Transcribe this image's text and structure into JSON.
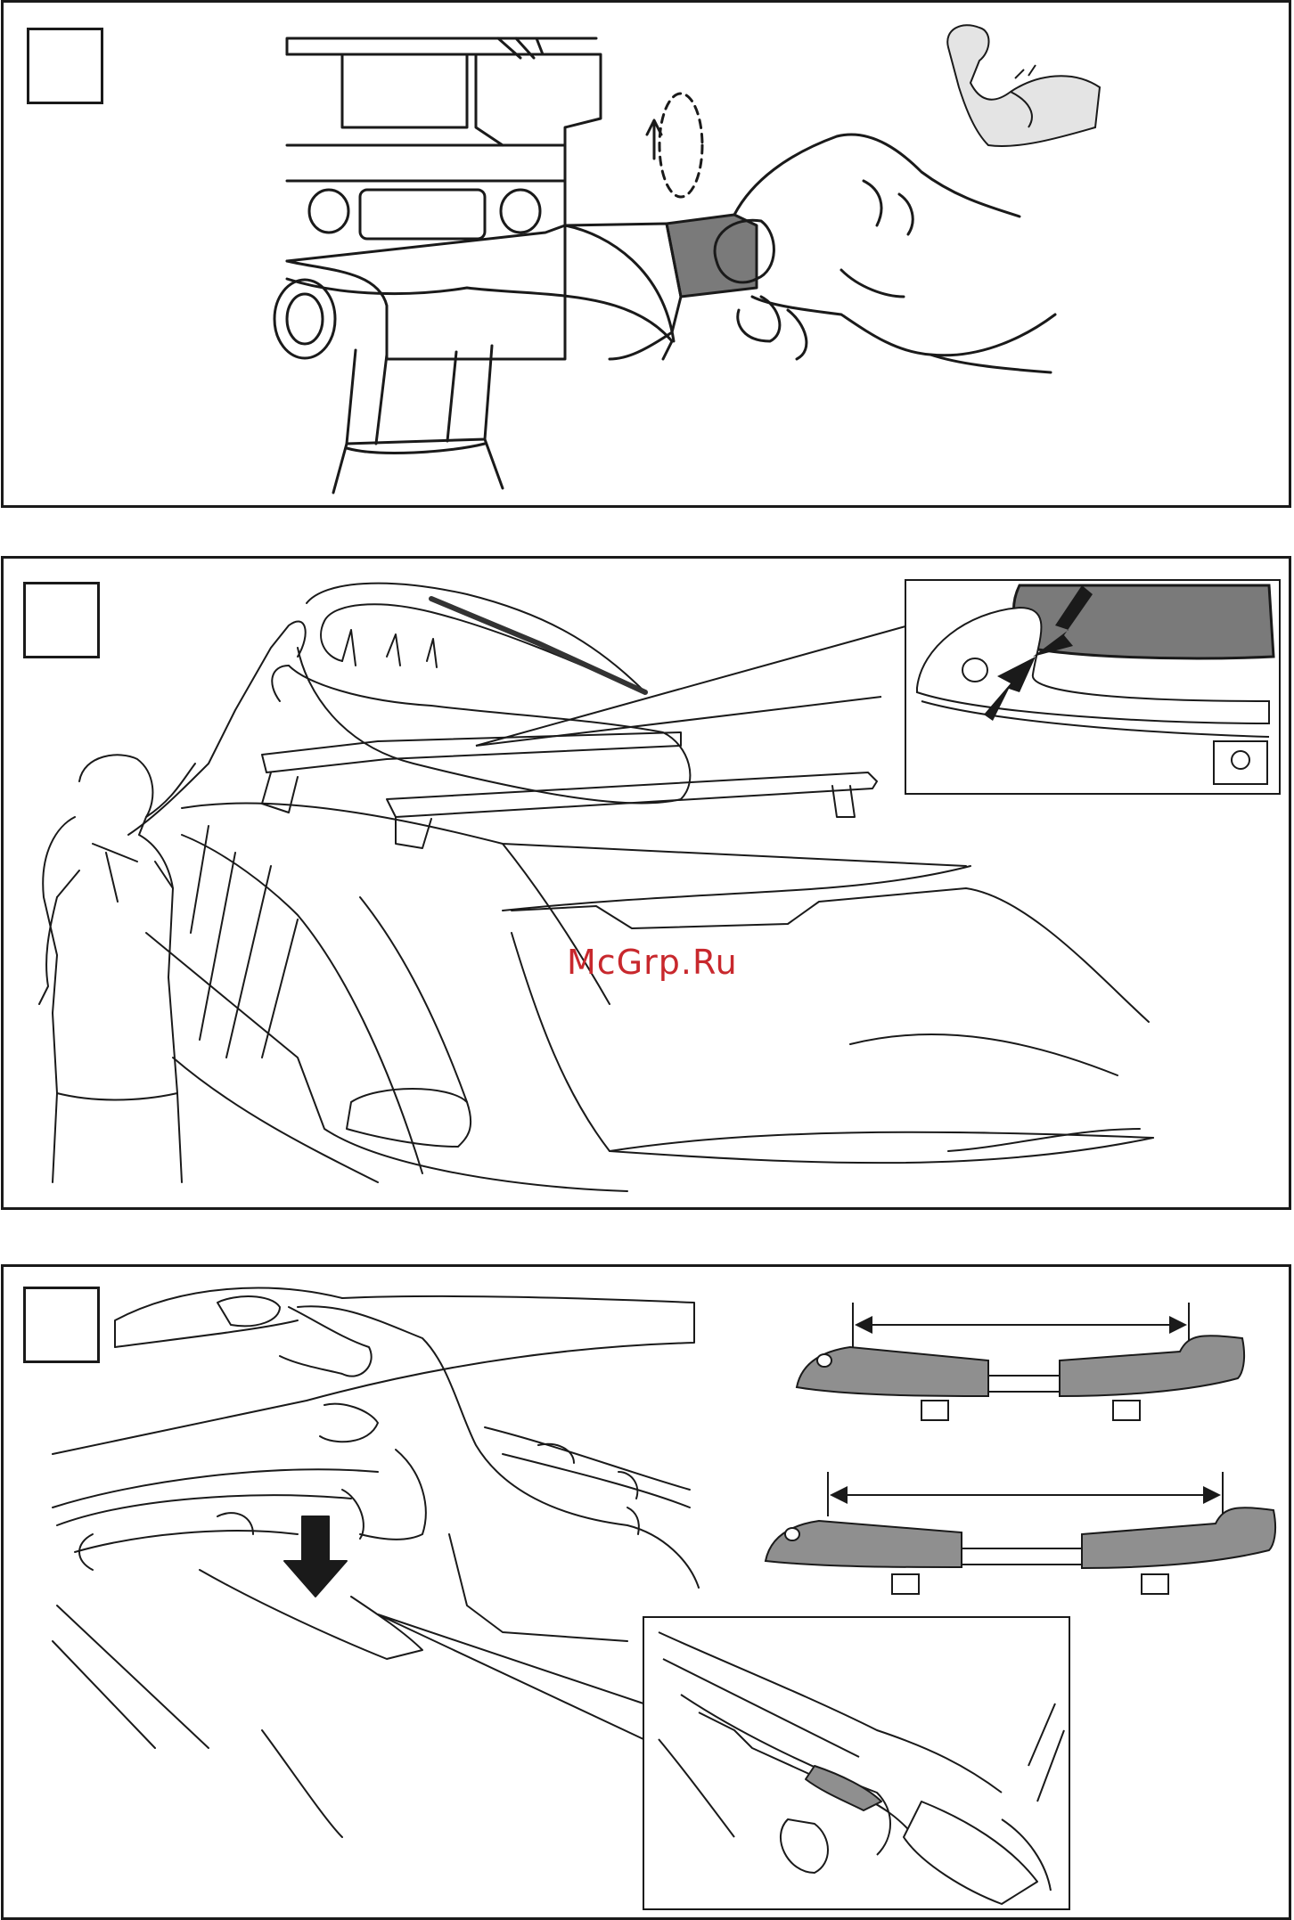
{
  "watermark": {
    "text": "McGrp.Ru",
    "color": "#c8282d"
  },
  "steps": [
    {
      "id": "step-1",
      "number": ""
    },
    {
      "id": "step-2",
      "number": ""
    },
    {
      "id": "step-3",
      "number": ""
    }
  ],
  "icons": {
    "strength": "flexed-arm-icon",
    "rotate": "rotation-arrow-icon",
    "arrow": "arrow-icon"
  },
  "colors": {
    "line": "#1a1a1a",
    "fill_dark": "#7a7a7a",
    "fill_gray": "#8f8f8f"
  }
}
